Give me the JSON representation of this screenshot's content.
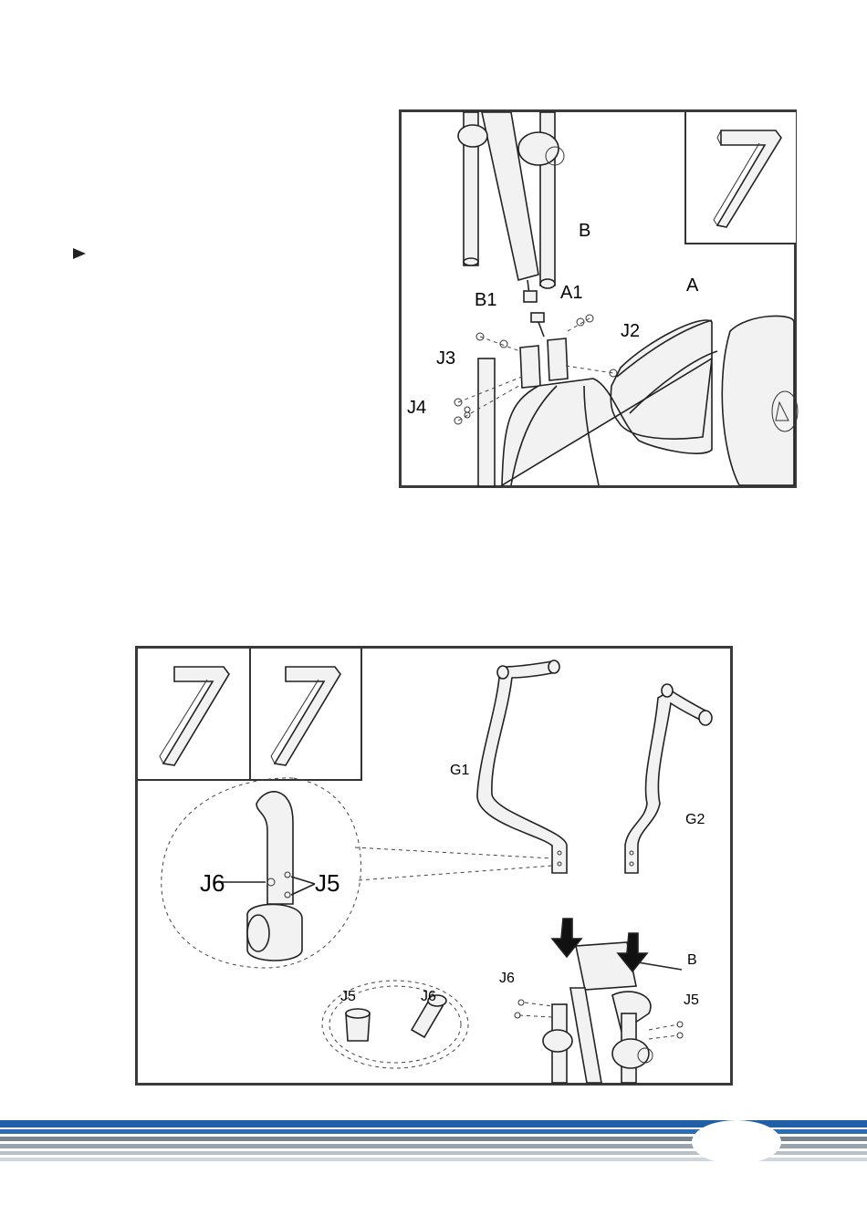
{
  "figure1": {
    "labels": {
      "B": "B",
      "A": "A",
      "B1": "B1",
      "A1": "A1",
      "J2": "J2",
      "J3": "J3",
      "J4": "J4"
    }
  },
  "figure2": {
    "labels": {
      "G1": "G1",
      "G2": "G2",
      "J6": "J6",
      "J5": "J5",
      "J6_part": "J6",
      "J5_part": "J5",
      "B": "B",
      "J6_small": "J6",
      "J5_small": "J5"
    }
  },
  "footer": {
    "colors": {
      "blue": "#1f5fa8",
      "gray": "#8a8a8a",
      "light": "#cfd6de"
    }
  }
}
